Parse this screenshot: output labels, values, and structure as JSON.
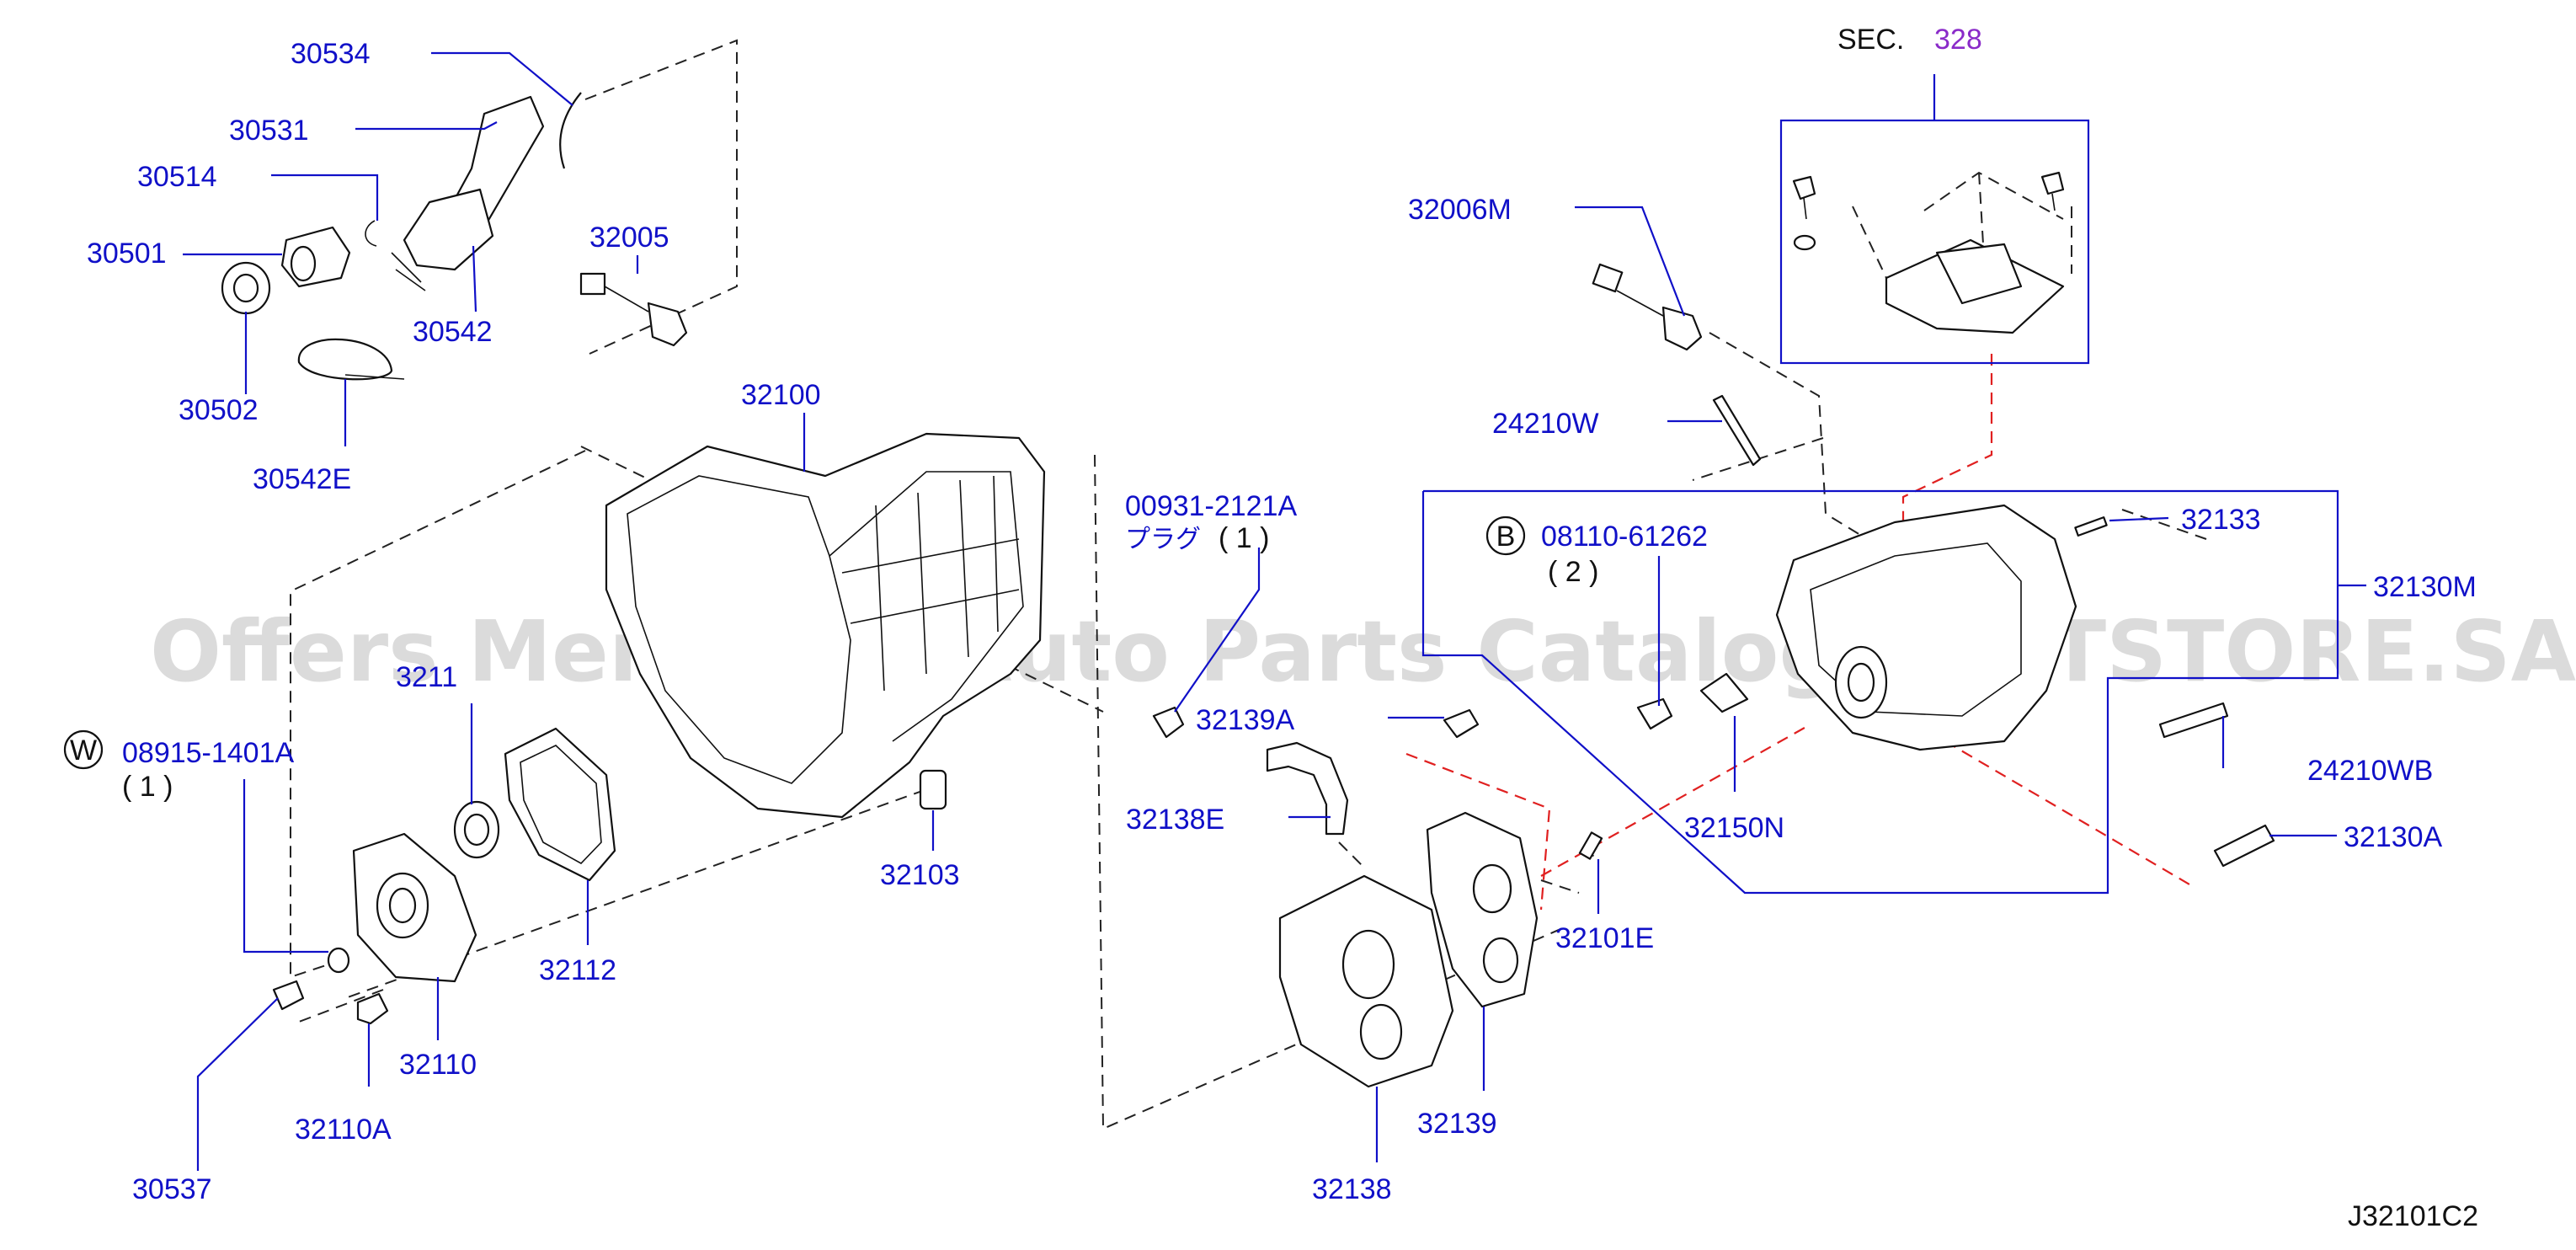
{
  "watermark": "Offers Merchant Auto Parts Catalog PARTSTORE.SA",
  "diagram_code": "J32101C2",
  "section_ref": {
    "prefix": "SEC.",
    "number": "328"
  },
  "circle_w": "W",
  "circle_b": "B",
  "labels": {
    "p30534": "30534",
    "p30531": "30531",
    "p30514": "30514",
    "p30501": "30501",
    "p30542": "30542",
    "p30502": "30502",
    "p30542E": "30542E",
    "p32005": "32005",
    "p32100": "32100",
    "p00931": "00931-2121A",
    "plug_jp": "プラグ",
    "plug_qty": "( 1 )",
    "p3211x": "3211",
    "p08915": "08915-1401A",
    "q08915": "( 1 )",
    "p32103": "32103",
    "p32112": "32112",
    "p32110": "32110",
    "p32110A": "32110A",
    "p30537": "30537",
    "p32006M": "32006M",
    "p24210W": "24210W",
    "p08110": "08110-61262",
    "q08110": "( 2 )",
    "p32133": "32133",
    "p32130M": "32130M",
    "p32139A": "32139A",
    "p32138E": "32138E",
    "p32150N": "32150N",
    "p24210WB": "24210WB",
    "p32130A": "32130A",
    "p32101E": "32101E",
    "p32139": "32139",
    "p32138": "32138"
  }
}
